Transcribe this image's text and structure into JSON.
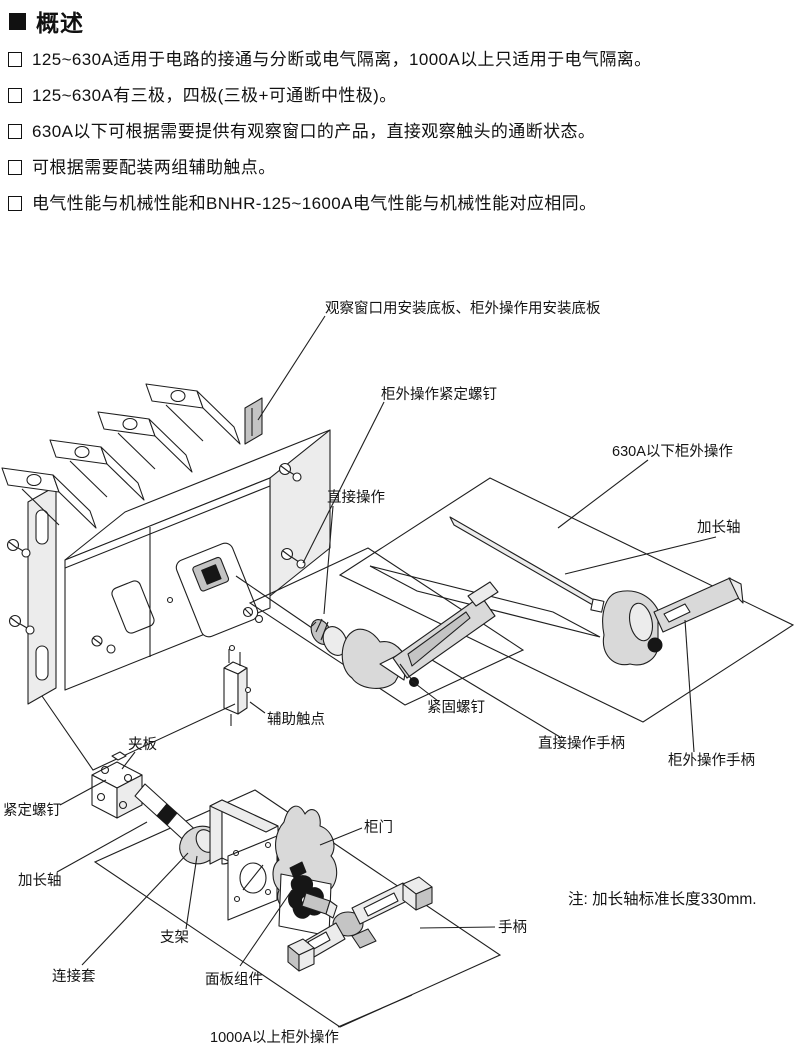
{
  "header": {
    "title": "概述"
  },
  "bullets": [
    "125~630A适用于电路的接通与分断或电气隔离，1000A以上只适用于电气隔离。",
    "125~630A有三极，四极(三极+可通断中性极)。",
    "630A以下可根据需要提供有观察窗口的产品，直接观察触头的通断状态。",
    "可根据需要配装两组辅助触点。",
    "电气性能与机械性能和BNHR-125~1600A电气性能与机械性能对应相同。"
  ],
  "diagram": {
    "labels": {
      "window_base_plate": "观察窗口用安装底板、柜外操作用安装底板",
      "cabinet_set_screw": "柜外操作紧定螺钉",
      "below_630a": "630A以下柜外操作",
      "extension_shaft_right": "加长轴",
      "direct_operation": "直接操作",
      "fastening_screw": "紧固螺钉",
      "direct_handle": "直接操作手柄",
      "cabinet_handle": "柜外操作手柄",
      "aux_contact": "辅助触点",
      "clamp_plate": "夹板",
      "set_screw": "紧定螺钉",
      "extension_shaft_left": "加长轴",
      "cabinet_door": "柜门",
      "bracket": "支架",
      "connection_sleeve": "连接套",
      "panel_assembly": "面板组件",
      "handle": "手柄",
      "above_1000a": "1000A以上柜外操作"
    },
    "note": "注:  加长轴标准长度330mm."
  },
  "colors": {
    "line": "#1f1f1f",
    "part_fill": "#d9d9d9",
    "text": "#111111"
  }
}
